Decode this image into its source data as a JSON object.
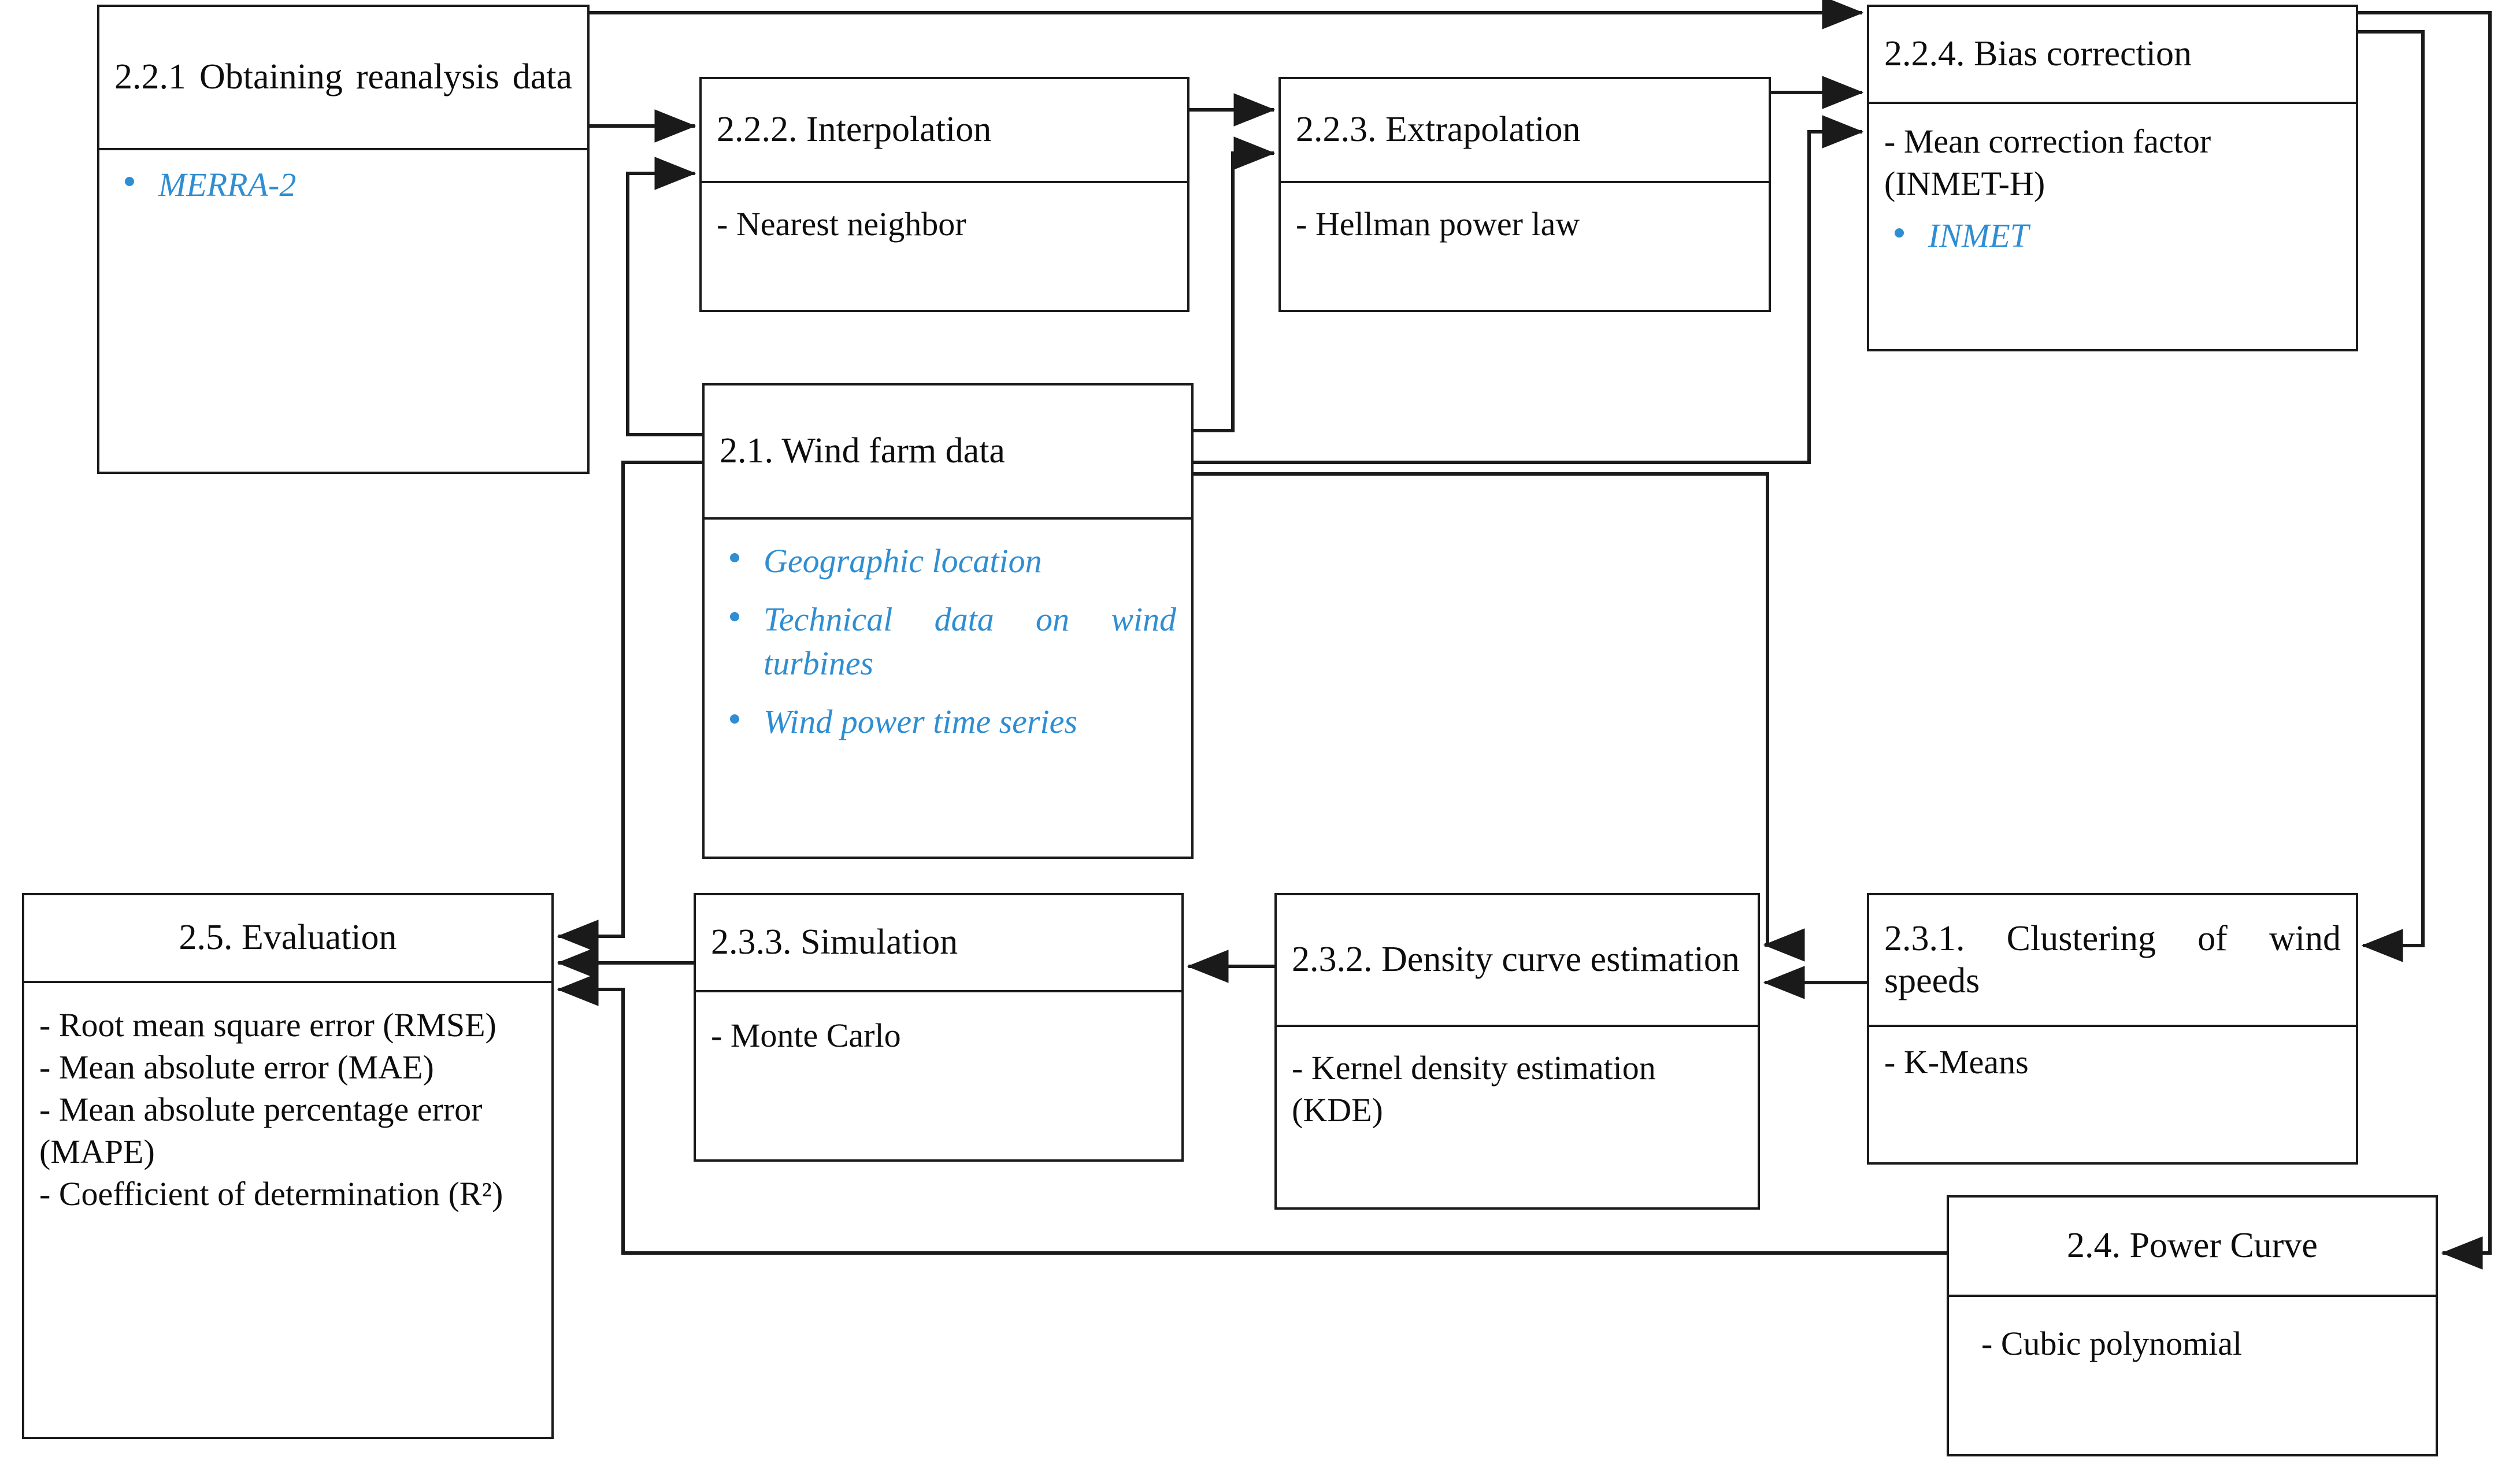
{
  "diagram": {
    "accent_blue": "#2F8ED2",
    "line_color": "#1a1a1a",
    "nodes": {
      "obtaining_reanalysis": {
        "title": "2.2.1        Obtaining reanalysis data",
        "bullets": [
          "MERRA-2"
        ]
      },
      "interpolation": {
        "title": "2.2.2. Interpolation",
        "items": [
          "- Nearest neighbor"
        ]
      },
      "extrapolation": {
        "title": "2.2.3. Extrapolation",
        "items": [
          "- Hellman power law"
        ]
      },
      "bias_correction": {
        "title": "2.2.4. Bias correction",
        "items": [
          "- Mean correction factor (INMET-H)"
        ],
        "bullets": [
          "INMET"
        ]
      },
      "wind_farm_data": {
        "title": "2.1. Wind farm data",
        "bullets": [
          "Geographic location",
          "Technical data on wind turbines",
          "Wind power time series"
        ]
      },
      "evaluation": {
        "title": "2.5. Evaluation",
        "items": [
          "- Root mean square error (RMSE)",
          "- Mean absolute error (MAE)",
          "- Mean absolute percentage error (MAPE)",
          "- Coefficient of determination (R²)"
        ]
      },
      "simulation": {
        "title": "2.3.3. Simulation",
        "items": [
          "- Monte Carlo"
        ]
      },
      "density_curve": {
        "title": "2.3.2.             Density curve estimation",
        "items": [
          "- Kernel density estimation (KDE)"
        ]
      },
      "clustering": {
        "title": "2.3.1.  Clustering  of wind speeds",
        "items": [
          "- K-Means"
        ]
      },
      "power_curve": {
        "title": "2.4. Power Curve",
        "items": [
          "- Cubic polynomial"
        ]
      }
    },
    "edges": [
      {
        "from": "obtaining_reanalysis",
        "to": "interpolation"
      },
      {
        "from": "obtaining_reanalysis",
        "to": "bias_correction"
      },
      {
        "from": "wind_farm_data",
        "to": "interpolation"
      },
      {
        "from": "interpolation",
        "to": "extrapolation"
      },
      {
        "from": "wind_farm_data",
        "to": "extrapolation"
      },
      {
        "from": "extrapolation",
        "to": "bias_correction"
      },
      {
        "from": "wind_farm_data",
        "to": "bias_correction"
      },
      {
        "from": "bias_correction",
        "to": "clustering"
      },
      {
        "from": "bias_correction",
        "to": "power_curve"
      },
      {
        "from": "clustering",
        "to": "density_curve"
      },
      {
        "from": "wind_farm_data",
        "to": "density_curve"
      },
      {
        "from": "density_curve",
        "to": "simulation"
      },
      {
        "from": "simulation",
        "to": "evaluation"
      },
      {
        "from": "wind_farm_data",
        "to": "evaluation"
      },
      {
        "from": "power_curve",
        "to": "evaluation"
      }
    ]
  }
}
